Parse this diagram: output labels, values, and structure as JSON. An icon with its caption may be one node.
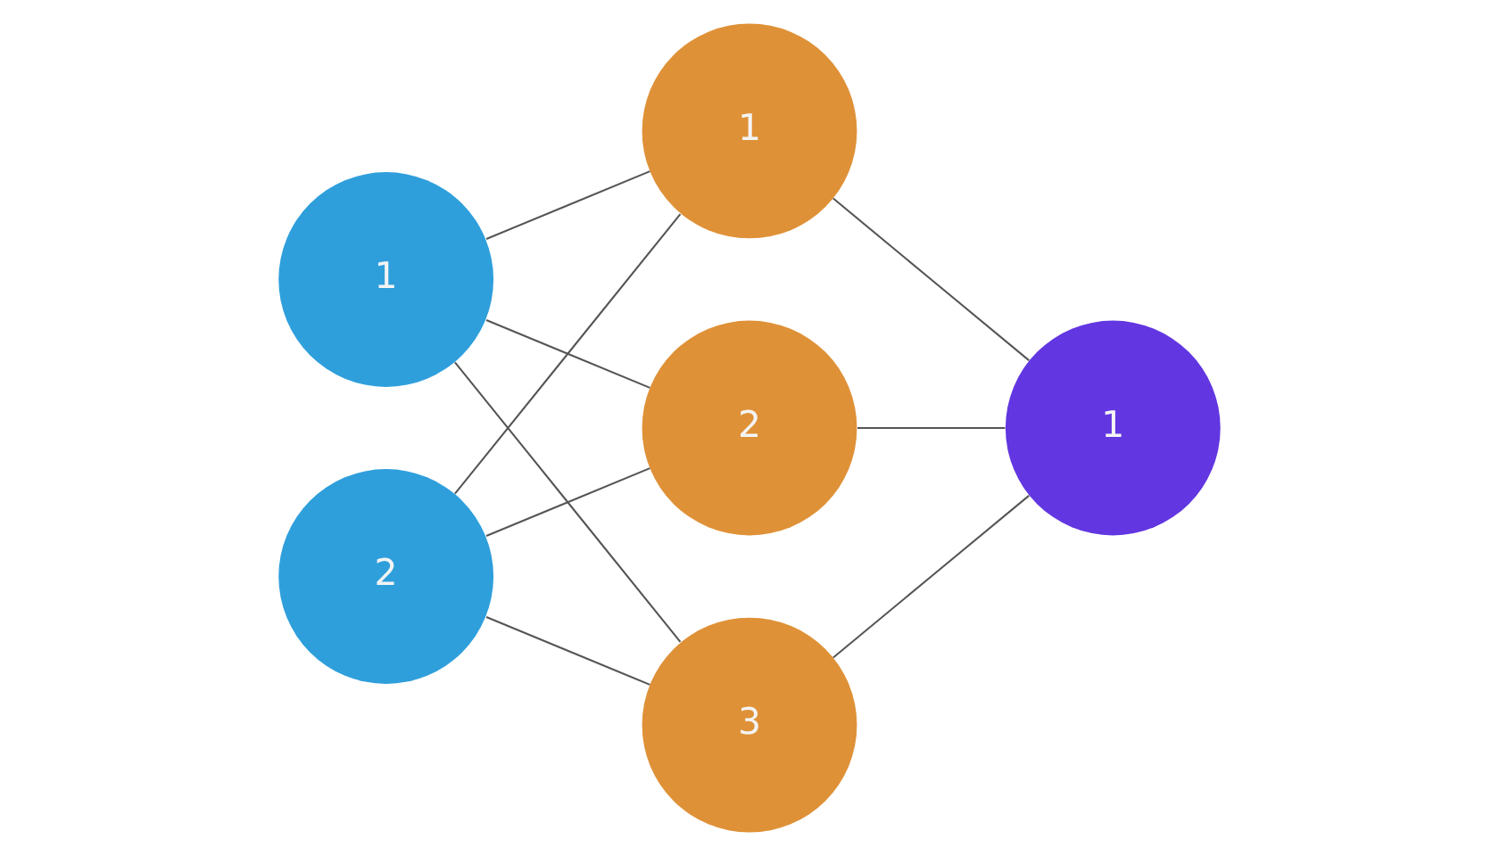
{
  "diagram": {
    "nodes": [
      {
        "text": [
          "1"
        ]
      },
      {
        "text": [
          "2"
        ]
      },
      {
        "text": [
          "1"
        ]
      },
      {
        "text": [
          "2"
        ]
      },
      {
        "text": [
          "3"
        ]
      },
      {
        "text": [
          "1"
        ]
      }
    ],
    "edges": [
      {
        "from": 0,
        "to": 2,
        "arrow": "none"
      },
      {
        "from": 0,
        "to": 3,
        "arrow": "none"
      },
      {
        "from": 0,
        "to": 4,
        "arrow": "none"
      },
      {
        "from": 1,
        "to": 2,
        "arrow": "none"
      },
      {
        "from": 1,
        "to": 3,
        "arrow": "none"
      },
      {
        "from": 1,
        "to": 4,
        "arrow": "none"
      },
      {
        "from": 2,
        "to": 5,
        "arrow": "none"
      },
      {
        "from": 3,
        "to": 5,
        "arrow": "none"
      },
      {
        "from": 4,
        "to": 5,
        "arrow": "none"
      }
    ]
  }
}
